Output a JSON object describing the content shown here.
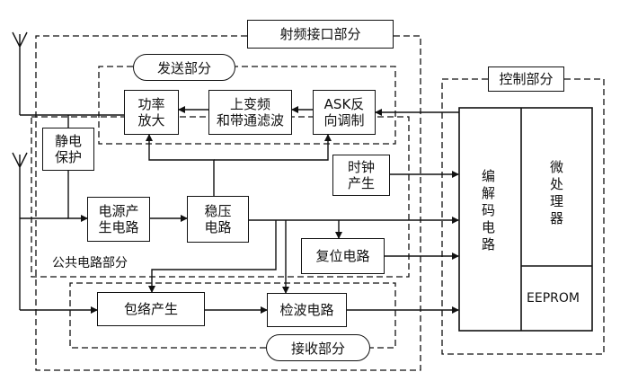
{
  "diagram": {
    "sections": {
      "rf_interface": "射频接口部分",
      "transmit": "发送部分",
      "control": "控制部分",
      "common_circuit": "公共电路部分",
      "receive": "接收部分"
    },
    "blocks": {
      "power_amp": "功率\n放大",
      "upconvert_filter": "上变频\n和带通滤波",
      "ask_modulation": "ASK反\n向调制",
      "esd_protection": "静电\n保护",
      "clock_gen": "时钟\n产生",
      "power_gen": "电源产\n生电路",
      "voltage_reg": "稳压\n电路",
      "reset_circuit": "复位电路",
      "envelope_gen": "包络产生",
      "detector": "检波电路",
      "codec": "编解码电路",
      "mcu": "微处理器",
      "eeprom": "EEPROM"
    }
  }
}
